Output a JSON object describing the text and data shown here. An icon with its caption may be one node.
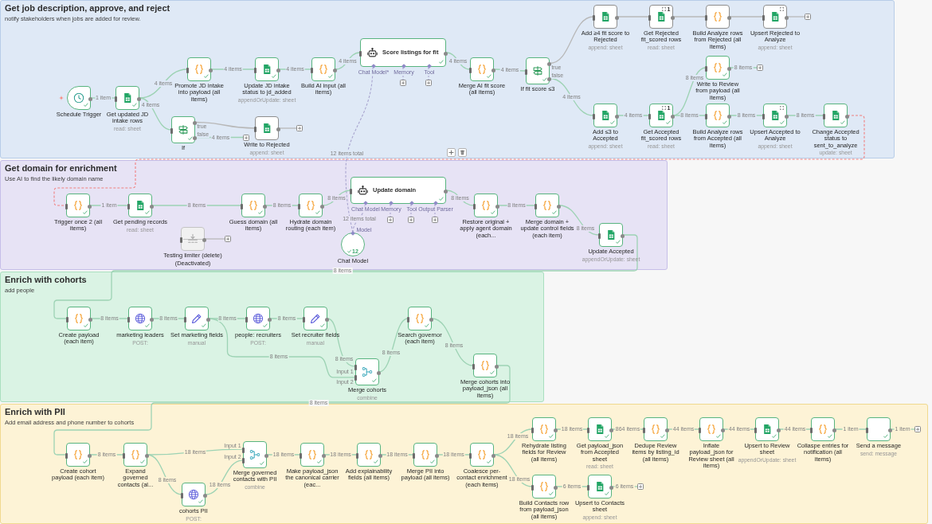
{
  "diagram": {
    "nodes": [
      {
        "text": [
          "Get job description, approve, and reject",
          "notify stakeholders when jobs are added for review."
        ]
      },
      {
        "text": [
          "Schedule Trigger"
        ],
        "in": 0
      },
      {
        "text": [
          "Get updated JD intake rows",
          "read: sheet"
        ],
        "in": 0
      },
      {
        "text": [
          "Promote JD intake into payload (all items)"
        ],
        "in": 0
      },
      {
        "text": [
          "If"
        ],
        "in": 0,
        "beside": [
          "true",
          "false"
        ]
      },
      {
        "text": [
          "Update JD intake status to jd_added",
          "appendOrUpdate: sheet"
        ],
        "in": 0
      },
      {
        "text": [
          "Build AI input (all items)"
        ],
        "in": 0
      },
      {
        "text": [
          "Write to Rejected",
          "append: sheet"
        ],
        "in": 0
      },
      {
        "text": [],
        "shape": "box",
        "in": 0
      },
      {
        "text": [],
        "shape": "box",
        "in": 0
      },
      {
        "text": [
          "Score listings for fit"
        ],
        "in": 0,
        "beside": [
          "Chat Model*",
          "Memory",
          "Tool"
        ]
      },
      {
        "text": [],
        "shape": "box",
        "in": 0
      },
      {
        "text": [],
        "shape": "box",
        "in": 0
      },
      {
        "text": [
          "Merge AI fit score (all items)"
        ],
        "in": 0
      },
      {
        "text": [
          "If fit score ≤3"
        ],
        "in": 0,
        "beside": [
          "true",
          "false"
        ]
      },
      {
        "text": [
          "Add ≥4 fit score to Rejected",
          "append: sheet"
        ],
        "in": 0
      },
      {
        "text": [
          "1",
          "Get Rejected fit_scored rows",
          "read: sheet"
        ],
        "in": 0
      },
      {
        "text": [
          "Build Analyze rows from Rejected (all items)"
        ],
        "in": 0
      },
      {
        "text": [
          "Upsert Rejected to Analyze",
          "append: sheet"
        ],
        "in": 0
      },
      {
        "text": [],
        "shape": "box",
        "in": 0
      },
      {
        "text": [
          "Write to Review from payload (all items)"
        ],
        "in": 0
      },
      {
        "text": [],
        "shape": "box",
        "in": 0
      },
      {
        "text": [
          "Add ≤3 to Accepted",
          "append: sheet"
        ],
        "in": 0
      },
      {
        "text": [
          "1",
          "Get Accepted fit_scored rows",
          "read: sheet"
        ],
        "in": 0
      },
      {
        "text": [
          "Build Analyze rows from Accepted (all items)"
        ],
        "in": 0
      },
      {
        "text": [
          "Upsert Accepted to Analyze",
          "append: sheet"
        ],
        "in": 0
      },
      {
        "text": [
          "Change Accepted status to sent_to_analyze",
          "update: sheet"
        ],
        "in": 0
      },
      {
        "text": [
          "Get domain for enrichment",
          "Use AI to find the likely domain name"
        ]
      },
      {
        "text": [
          "Trigger once 2 (all items)"
        ],
        "in": 27
      },
      {
        "text": [
          "Get pending records",
          "read: sheet"
        ],
        "in": 27
      },
      {
        "text": [
          "Testing limiter (delete)",
          "(Deactivated)"
        ],
        "in": 27
      },
      {
        "text": [],
        "shape": "box",
        "in": 27
      },
      {
        "text": [
          "Guess domain (all items)"
        ],
        "in": 27
      },
      {
        "text": [
          "Hydrate domain routing (each item)"
        ],
        "in": 27
      },
      {
        "text": [
          "Update domain"
        ],
        "in": 27,
        "beside": [
          "Chat Model",
          "Memory",
          "Tool",
          "Output Parser"
        ]
      },
      {
        "text": [],
        "shape": "box",
        "in": 27
      },
      {
        "text": [],
        "shape": "box",
        "in": 27
      },
      {
        "text": [],
        "shape": "box",
        "in": 27
      },
      {
        "text": [
          "12",
          "Chat Model"
        ],
        "in": 27,
        "beside": [
          "Model"
        ]
      },
      {
        "text": [
          "Restore original + apply agent domain (each..."
        ],
        "in": 27
      },
      {
        "text": [
          "Merge domain + update control fields (each item)"
        ],
        "in": 27
      },
      {
        "text": [
          "Update Accepted",
          "appendOrUpdate: sheet"
        ],
        "in": 27
      },
      {
        "text": [
          "Enrich with cohorts",
          "add people"
        ]
      },
      {
        "text": [
          "Create payload (each item)"
        ],
        "in": 42
      },
      {
        "text": [
          "marketing leaders",
          "POST:"
        ],
        "in": 42
      },
      {
        "text": [
          "Set marketing fields",
          "manual"
        ],
        "in": 42
      },
      {
        "text": [
          "people: recruiters",
          "POST:"
        ],
        "in": 42
      },
      {
        "text": [
          "Set recruiter fields",
          "manual"
        ],
        "in": 42
      },
      {
        "text": [
          "Merge cohorts",
          "combine"
        ],
        "in": 42,
        "beside": [
          "Input 1",
          "Input 2"
        ]
      },
      {
        "text": [
          "Search governor (each item)"
        ],
        "in": 42
      },
      {
        "text": [
          "Merge cohorts into payload_json (all items)"
        ],
        "in": 42
      },
      {
        "text": [
          "Enrich with PII",
          "Add email address and phone number to cohorts"
        ]
      },
      {
        "text": [
          "Create cohort payload (each item)"
        ],
        "in": 51
      },
      {
        "text": [
          "Expand governed contacts (al..."
        ],
        "in": 51
      },
      {
        "text": [
          "cohorts PII",
          "POST:"
        ],
        "in": 51
      },
      {
        "text": [
          "Merge governed contacts with PII",
          "combine"
        ],
        "in": 51,
        "beside": [
          "Input 1",
          "Input 2"
        ]
      },
      {
        "text": [
          "Make payload_json the canonical carrier (eac..."
        ],
        "in": 51
      },
      {
        "text": [
          "Add explainability fields (all items)"
        ],
        "in": 51
      },
      {
        "text": [
          "Merge PII into payload (all items)"
        ],
        "in": 51
      },
      {
        "text": [
          "Coalesce per-contact enrichment (each items)"
        ],
        "in": 51
      },
      {
        "text": [
          "Rehydrate listing fields for Review (all items)"
        ],
        "in": 51
      },
      {
        "text": [
          "Get payload_json from Accepted sheet",
          "read: sheet"
        ],
        "in": 51
      },
      {
        "text": [
          "Dedupe Review items by listing_id (all items)"
        ],
        "in": 51
      },
      {
        "text": [
          "Inflate payload_json for Review sheet (all items)"
        ],
        "in": 51
      },
      {
        "text": [
          "Upsert to Review sheet",
          "appendOrUpdate: sheet"
        ],
        "in": 51
      },
      {
        "text": [
          "Collaspe entries for notification (all items)"
        ],
        "in": 51
      },
      {
        "text": [
          "Send a message",
          "send: message"
        ],
        "in": 51
      },
      {
        "text": [],
        "shape": "box",
        "in": 51
      },
      {
        "text": [
          "Build Contacts row from payload_json (all items)"
        ],
        "in": 51
      },
      {
        "text": [
          "Upsert to Contacts sheet",
          "append: sheet"
        ],
        "in": 51
      },
      {
        "text": [],
        "shape": "box",
        "in": 51
      }
    ],
    "edges": [
      {
        "from": 1,
        "to": 2,
        "arrow": "none",
        "label": "1 item"
      },
      {
        "from": 2,
        "to": 3,
        "arrow": "none",
        "label": "4 items"
      },
      {
        "from": 2,
        "to": 4,
        "arrow": "none",
        "label": "4 items"
      },
      {
        "from": 3,
        "to": 5,
        "arrow": "none",
        "label": "4 items"
      },
      {
        "from": 5,
        "to": 6,
        "arrow": "none",
        "label": "4 items"
      },
      {
        "from": 6,
        "to": 10,
        "arrow": "none",
        "label": "4 items"
      },
      {
        "from": 4,
        "to": 7,
        "arrow": "none",
        "color": "#b8b8b8"
      },
      {
        "from": 4,
        "to": 8,
        "arrow": "none",
        "label": "4 items"
      },
      {
        "from": 7,
        "to": 9,
        "arrow": "none",
        "color": "#b8b8b8"
      },
      {
        "from": 10,
        "to": 11,
        "arrow": "none",
        "style": "dashed",
        "color": "#a9a5cf"
      },
      {
        "from": 10,
        "to": 12,
        "arrow": "none",
        "style": "dashed",
        "color": "#a9a5cf"
      },
      {
        "from": 10,
        "to": 13,
        "arrow": "none",
        "label": "4 items"
      },
      {
        "from": 13,
        "to": 14,
        "arrow": "none",
        "label": "4 items"
      },
      {
        "from": 14,
        "to": 15,
        "arrow": "none",
        "color": "#b8b8b8"
      },
      {
        "from": 14,
        "to": 22,
        "arrow": "none",
        "label": "4 items"
      },
      {
        "from": 15,
        "to": 16,
        "arrow": "none",
        "color": "#b8b8b8"
      },
      {
        "from": 16,
        "to": 17,
        "arrow": "none",
        "color": "#b8b8b8"
      },
      {
        "from": 17,
        "to": 18,
        "arrow": "none",
        "color": "#b8b8b8"
      },
      {
        "from": 18,
        "to": 19,
        "arrow": "none",
        "color": "#b8b8b8"
      },
      {
        "from": 22,
        "to": 23,
        "arrow": "none",
        "label": "4 items"
      },
      {
        "from": 23,
        "to": 20,
        "arrow": "none",
        "label": "8 items"
      },
      {
        "from": 23,
        "to": 24,
        "arrow": "none",
        "label": "8 items"
      },
      {
        "from": 20,
        "to": 21,
        "arrow": "none",
        "label": "8 items"
      },
      {
        "from": 24,
        "to": 25,
        "arrow": "none",
        "label": "8 items"
      },
      {
        "from": 25,
        "to": 26,
        "arrow": "none",
        "label": "8 items"
      },
      {
        "from": 26,
        "to": 28,
        "arrow": "none",
        "style": "dashed",
        "color": "#f08080"
      },
      {
        "from": 38,
        "to": 10,
        "arrow": "none",
        "label": "12 items total",
        "style": "dashed",
        "color": "#a9a5cf"
      },
      {
        "from": 28,
        "to": 29,
        "arrow": "none",
        "label": "1 item"
      },
      {
        "from": 29,
        "to": 32,
        "arrow": "none",
        "label": "8 items"
      },
      {
        "from": 30,
        "to": 31,
        "arrow": "none",
        "color": "#b8b8b8"
      },
      {
        "from": 32,
        "to": 33,
        "arrow": "none",
        "label": "8 items"
      },
      {
        "from": 33,
        "to": 34,
        "arrow": "none",
        "label": "8 items"
      },
      {
        "from": 38,
        "to": 34,
        "arrow": "none",
        "label": "12 items total",
        "style": "dashed",
        "color": "#a9a5cf"
      },
      {
        "from": 34,
        "to": 35,
        "arrow": "none",
        "style": "dashed",
        "color": "#a9a5cf"
      },
      {
        "from": 34,
        "to": 36,
        "arrow": "none",
        "style": "dashed",
        "color": "#a9a5cf"
      },
      {
        "from": 34,
        "to": 37,
        "arrow": "none",
        "style": "dashed",
        "color": "#a9a5cf"
      },
      {
        "from": 34,
        "to": 39,
        "arrow": "none",
        "label": "8 items"
      },
      {
        "from": 39,
        "to": 40,
        "arrow": "none",
        "label": "8 items"
      },
      {
        "from": 40,
        "to": 41,
        "arrow": "none",
        "label": "8 items"
      },
      {
        "from": 41,
        "to": 43,
        "arrow": "none",
        "label": "8 items"
      },
      {
        "from": 43,
        "to": 44,
        "arrow": "none",
        "label": "8 items"
      },
      {
        "from": 44,
        "to": 45,
        "arrow": "none",
        "label": "8 items"
      },
      {
        "from": 45,
        "to": 46,
        "arrow": "none",
        "label": "8 items"
      },
      {
        "from": 45,
        "to": 48,
        "arrow": "none",
        "label": "8 items"
      },
      {
        "from": 46,
        "to": 47,
        "arrow": "none",
        "label": "8 items"
      },
      {
        "from": 47,
        "to": 48,
        "arrow": "none",
        "label": "8 items"
      },
      {
        "from": 48,
        "to": 49,
        "arrow": "none",
        "label": "8 items"
      },
      {
        "from": 49,
        "to": 50,
        "arrow": "none",
        "label": "8 items"
      },
      {
        "from": 50,
        "to": 52,
        "arrow": "none",
        "label": "8 items"
      },
      {
        "from": 52,
        "to": 53,
        "arrow": "none",
        "label": "8 items"
      },
      {
        "from": 53,
        "to": 55,
        "arrow": "none",
        "label": "18 items"
      },
      {
        "from": 53,
        "to": 54,
        "arrow": "none",
        "label": "8 items"
      },
      {
        "from": 54,
        "to": 55,
        "arrow": "none",
        "label": "18 items"
      },
      {
        "from": 55,
        "to": 56,
        "arrow": "none",
        "label": "18 items"
      },
      {
        "from": 56,
        "to": 57,
        "arrow": "none",
        "label": "18 items"
      },
      {
        "from": 57,
        "to": 58,
        "arrow": "none",
        "label": "18 items"
      },
      {
        "from": 58,
        "to": 59,
        "arrow": "none",
        "label": "18 items"
      },
      {
        "from": 59,
        "to": 60,
        "arrow": "none",
        "label": "18 items"
      },
      {
        "from": 59,
        "to": 68,
        "arrow": "none",
        "label": "18 items"
      },
      {
        "from": 60,
        "to": 61,
        "arrow": "none",
        "label": "18 items"
      },
      {
        "from": 61,
        "to": 62,
        "arrow": "none",
        "label": "864 items"
      },
      {
        "from": 62,
        "to": 63,
        "arrow": "none",
        "label": "44 items"
      },
      {
        "from": 63,
        "to": 64,
        "arrow": "none",
        "label": "44 items"
      },
      {
        "from": 64,
        "to": 65,
        "arrow": "none",
        "label": "44 items"
      },
      {
        "from": 65,
        "to": 66,
        "arrow": "none",
        "label": "1 item"
      },
      {
        "from": 66,
        "to": 67,
        "arrow": "none",
        "label": "1 item"
      },
      {
        "from": 68,
        "to": 69,
        "arrow": "none",
        "label": "6 items"
      },
      {
        "from": 69,
        "to": 70,
        "arrow": "none",
        "label": "6 items"
      }
    ]
  }
}
